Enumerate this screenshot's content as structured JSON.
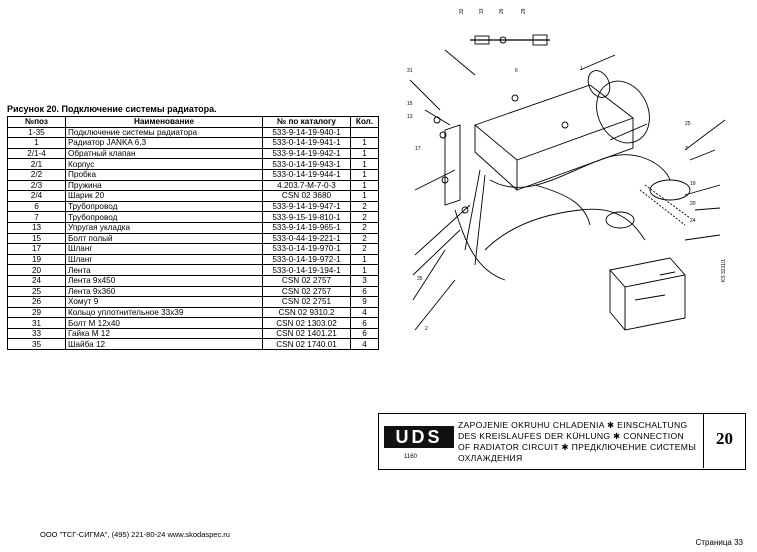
{
  "caption": "Рисунок 20.   Подключение системы радиатора.",
  "table": {
    "headers": [
      "№поз",
      "Наименование",
      "№ по каталогу",
      "Кол."
    ],
    "rows": [
      {
        "pos": "1-35",
        "name": "Подключение системы радиатора",
        "cat": "533-9-14-19-940-1",
        "qty": ""
      },
      {
        "pos": "1",
        "name": "Радиатор JANKA  6,3",
        "cat": "533-0-14-19-941-1",
        "qty": "1"
      },
      {
        "pos": "2/1-4",
        "name": "Обратный клапан",
        "cat": "533-9-14-19-942-1",
        "qty": "1"
      },
      {
        "pos": "2/1",
        "name": "Корпус",
        "cat": "533-0-14-19-943-1",
        "qty": "1"
      },
      {
        "pos": "2/2",
        "name": "Пробка",
        "cat": "533-0-14-19-944-1",
        "qty": "1"
      },
      {
        "pos": "2/3",
        "name": "Пружина",
        "cat": "4.203.7-М-7-0-3",
        "qty": "1"
      },
      {
        "pos": "2/4",
        "name": "Шарик 20",
        "cat": "CSN  02  3680",
        "qty": "1"
      },
      {
        "pos": "6",
        "name": "Трубопровод",
        "cat": "533-9-14-19-947-1",
        "qty": "2"
      },
      {
        "pos": "7",
        "name": "Трубопровод",
        "cat": "533-9-15-19-810-1",
        "qty": "2"
      },
      {
        "pos": "13",
        "name": "Упругая укладка",
        "cat": "533-9-14-19-965-1",
        "qty": "2"
      },
      {
        "pos": "15",
        "name": "Болт полый",
        "cat": "533-0-44-19-221-1",
        "qty": "2"
      },
      {
        "pos": "17",
        "name": "Шланг",
        "cat": "533-0-14-19-970-1",
        "qty": "2"
      },
      {
        "pos": "19",
        "name": "Шланг",
        "cat": "533-0-14-19-972-1",
        "qty": "1"
      },
      {
        "pos": "20",
        "name": "Лента",
        "cat": "533-0-14-19-194-1",
        "qty": "1"
      },
      {
        "pos": "24",
        "name": "Лента 9х450",
        "cat": "CSN  02  2757",
        "qty": "3"
      },
      {
        "pos": "25",
        "name": "Лента  9х360",
        "cat": "CSN  02  2757",
        "qty": "6"
      },
      {
        "pos": "26",
        "name": "Хомут  9",
        "cat": "CSN  02  2751",
        "qty": "9"
      },
      {
        "pos": "29",
        "name": "Кольцо уплотнительное  33х39",
        "cat": "CSN  02  9310.2",
        "qty": "4"
      },
      {
        "pos": "31",
        "name": "Болт М 12х40",
        "cat": "CSN 02 1303.02",
        "qty": "6"
      },
      {
        "pos": "33",
        "name": "Гайка М 12",
        "cat": "CSN 02 1401.21",
        "qty": "6"
      },
      {
        "pos": "35",
        "name": "Шайба 12",
        "cat": "CSN 02 1740.01",
        "qty": "4"
      }
    ]
  },
  "drawing": {
    "callouts": [
      "32",
      "33",
      "26",
      "29",
      "31",
      "6",
      "15",
      "13",
      "17",
      "25",
      "7",
      "19",
      "20",
      "24",
      "35",
      "2",
      "1"
    ],
    "side_code": "KS 3211/1"
  },
  "titleblock": {
    "logo_text": "UDS",
    "logo_code": "1160",
    "lines": [
      "ZAPOJENIE OKRUHU CHLADENIA ✱ EINSCHALTUNG",
      "DES KREISLAUFES DER KÜHLUNG ✱ CONNECTION",
      "OF RADIATOR CIRCUIT ✱ ПРЕДКЛЮЧЕНИЕ СИСТЕМЫ",
      "ОХЛАЖДЕНИЯ"
    ],
    "number": "20"
  },
  "footer": "ООО \"ТСГ-СИГМА\", (495) 221-80-24 www.skodaspec.ru",
  "page_number": "Страница 33"
}
